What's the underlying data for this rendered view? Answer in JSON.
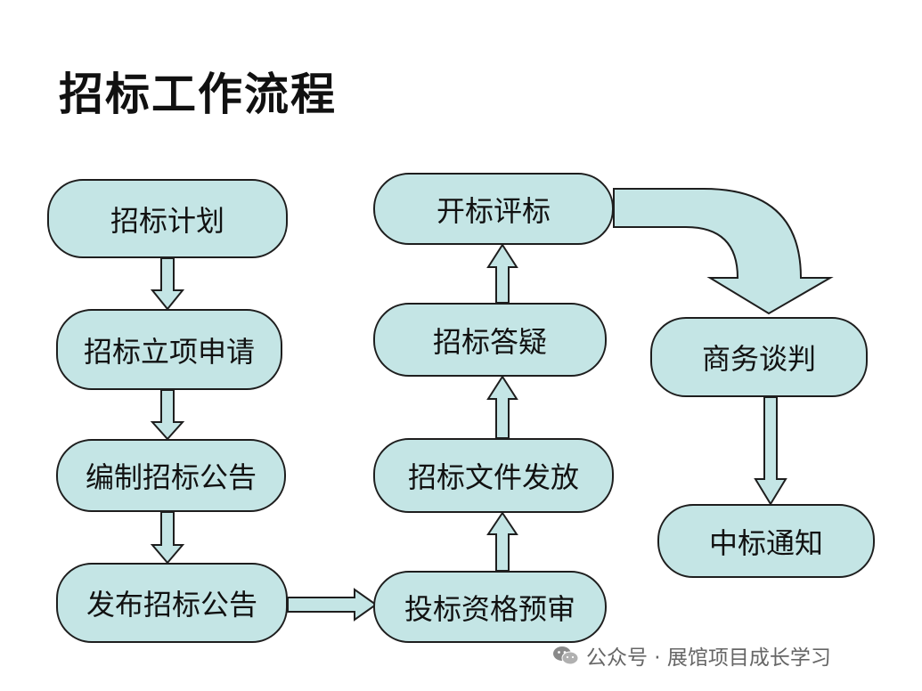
{
  "title": "招标工作流程",
  "nodes": {
    "plan": "招标计划",
    "approval": "招标立项申请",
    "draft_notice": "编制招标公告",
    "publish_notice": "发布招标公告",
    "prequalification": "投标资格预审",
    "issue_documents": "招标文件发放",
    "clarification": "招标答疑",
    "bid_opening": "开标评标",
    "negotiation": "商务谈判",
    "award_notice": "中标通知"
  },
  "watermark": {
    "text": "公众号 · 展馆项目成长学习",
    "icon": "wechat-icon"
  },
  "colors": {
    "node_fill": "#c4e5e5",
    "outline": "#1e1e1e",
    "text": "#111111"
  }
}
